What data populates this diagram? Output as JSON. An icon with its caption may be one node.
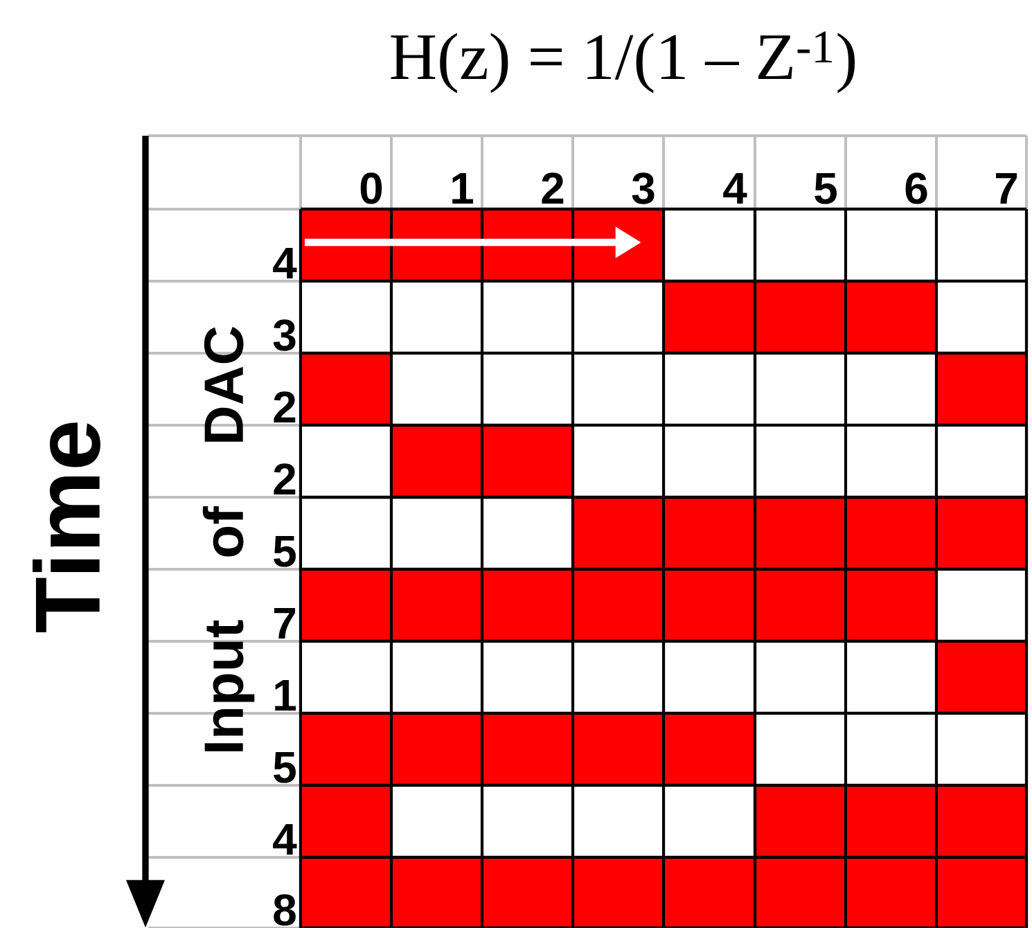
{
  "diagram": {
    "title": "H(z) = 1/(1 – Z$^{-1}$)",
    "labels": [
      "0",
      "1",
      "2",
      "3",
      "4",
      "5",
      "6",
      "7",
      "4",
      "3",
      "2",
      "2",
      "5",
      "7",
      "1",
      "5",
      "4",
      "8",
      "Input of DAC",
      "Time"
    ]
  }
}
